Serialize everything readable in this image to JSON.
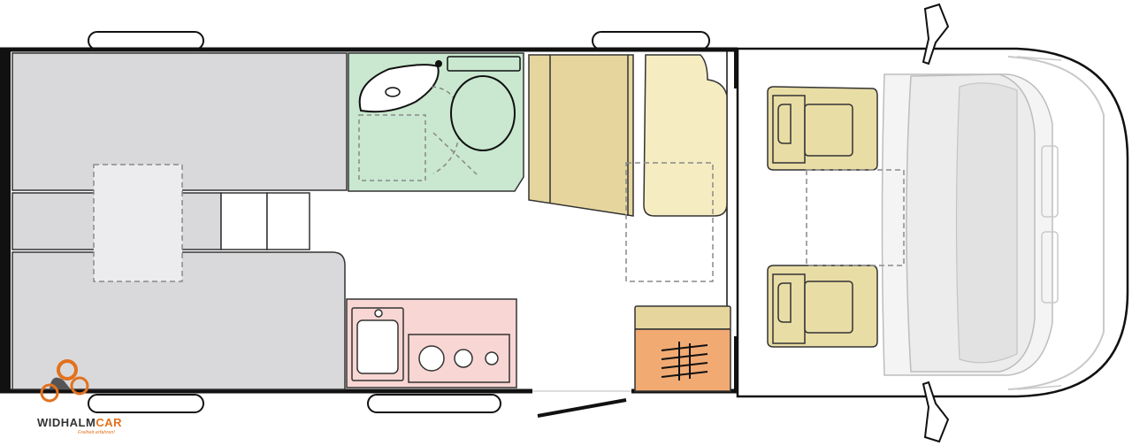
{
  "logo": {
    "brand_prefix": "WIDHALM",
    "brand_suffix": "CAR",
    "tagline": "Freiheit erfahren!"
  },
  "colors": {
    "wall": "#111111",
    "bed": "#d9d9dc",
    "bathroom": "#c9e8cf",
    "kitchen": "#f8d6d3",
    "cabinet": "#e6d69e",
    "seat_bench": "#f5ecc2",
    "cab_seat": "#e9dda6",
    "heater": "#f2aa73",
    "cab_body": "#f2f2f2",
    "accent": "#e2711d"
  },
  "icons": [
    "shower-icon",
    "washbasin-icon",
    "toilet-icon",
    "sink-icon",
    "hob-icon",
    "heater-icon",
    "logo-icon"
  ]
}
